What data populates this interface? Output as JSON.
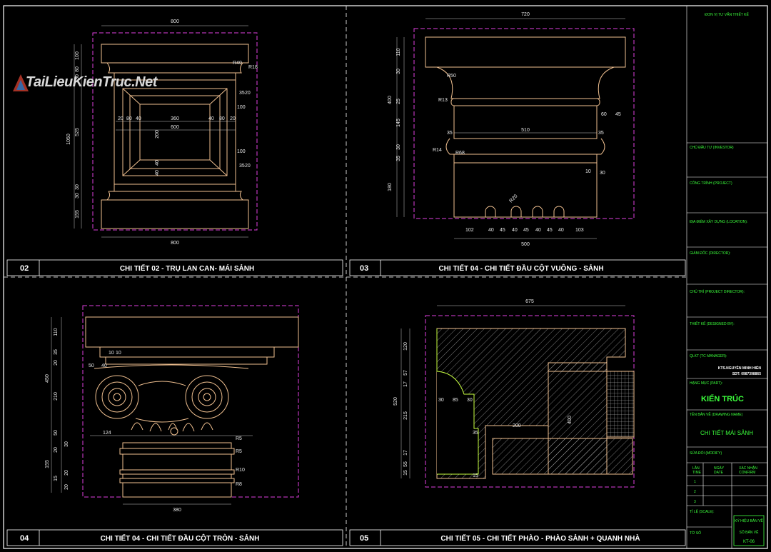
{
  "watermark": {
    "text": "TaiLieuKienTruc.Net"
  },
  "panels": [
    {
      "number": "02",
      "title": "CHI TIẾT 02 - TRỤ LAN CAN- MÁI SẢNH"
    },
    {
      "number": "03",
      "title": "CHI TIẾT 04 - CHI TIẾT ĐẦU CỘT VUÔNG - SẢNH"
    },
    {
      "number": "04",
      "title": "CHI TIẾT 04 - CHI TIẾT ĐẦU CỘT TRÒN - SẢNH"
    },
    {
      "number": "05",
      "title": "CHI TIẾT 05 - CHI TIẾT PHÀO - PHÀO SẢNH + QUANH NHÀ"
    }
  ],
  "dims": {
    "p1": {
      "top": "800",
      "bottom": "800",
      "total": "1050",
      "left": [
        "100",
        "80",
        "30",
        "525",
        "30",
        "30",
        "155"
      ],
      "inner1": "360",
      "inner2": "600",
      "small": [
        "20",
        "80",
        "40",
        "40",
        "80",
        "20"
      ],
      "r": [
        "R40",
        "R18"
      ],
      "right": [
        "35",
        "20",
        "100",
        "100",
        "35",
        "20"
      ],
      "mid": [
        "200",
        "40",
        "40"
      ]
    },
    "p2": {
      "top": "720",
      "bottom": "500",
      "mid": "510",
      "left": [
        "110",
        "30",
        "400",
        "25",
        "145",
        "30",
        "35",
        "180"
      ],
      "right": [
        "60",
        "45",
        "10",
        "30",
        "35",
        "35"
      ],
      "radii": [
        "R50",
        "R13",
        "R14",
        "R68",
        "R20"
      ],
      "base": [
        "102",
        "40",
        "45",
        "40",
        "45",
        "40",
        "45",
        "40",
        "103"
      ]
    },
    "p3": {
      "left": [
        "110",
        "35",
        "20",
        "210",
        "50",
        "30",
        "20",
        "20",
        "15",
        "155",
        "20",
        "450"
      ],
      "mid": [
        "10",
        "10",
        "50",
        "40",
        "124"
      ],
      "bottom": "380",
      "right": [
        "R5",
        "R5",
        "R10",
        "R8"
      ]
    },
    "p4": {
      "top": "675",
      "left": [
        "120",
        "57",
        "17",
        "520",
        "215",
        "55",
        "17",
        "15"
      ],
      "mid": [
        "30",
        "85",
        "30",
        "200",
        "400",
        "35",
        "15"
      ]
    }
  },
  "title_block": {
    "consultant": "ĐƠN VỊ TƯ VẤN THIẾT KẾ",
    "owner": "CHỦ ĐẦU TƯ (INVESTOR)",
    "project": "CÔNG TRÌNH (PROJECT)",
    "location": "ĐỊA ĐIỂM XÂY DỰNG (LOCATION):",
    "director": "GIÁM ĐỐC (DIRECTOR):",
    "project_director": "CHỦ TRÌ (PROJECT DIRECTOR):",
    "designer": "THIẾT KẾ (DESIGNED BY):",
    "manager": "QLKT (TC MANAGER):",
    "manager_name": "KTS.NGUYỄN MINH HIỂN",
    "phone": "SDT: 0987398865",
    "part": "HẠNG MỤC (PART):",
    "part_value": "KIẾN TRÚC",
    "drawing_name": "TÊN BẢN VẼ (DRAWING NAME)",
    "drawing_value": "CHI TIẾT MÁI SẢNH",
    "modify": "SỬA ĐỔI (MODIFY)",
    "mod_cols": [
      "LẦN",
      "NGÀY",
      "XÁC NHẬN"
    ],
    "mod_sub": [
      "TIME",
      "DATE",
      "CONFIRM"
    ],
    "mod_rows": [
      "1",
      "2",
      "3"
    ],
    "scale": "TỈ LỆ (SCALE):",
    "sheet": "TỜ SỐ",
    "stamp1": "KÝ HIỆU BẢN VẼ",
    "stamp2": "SỐ BẢN VẼ",
    "stamp_code": "KT-06"
  }
}
